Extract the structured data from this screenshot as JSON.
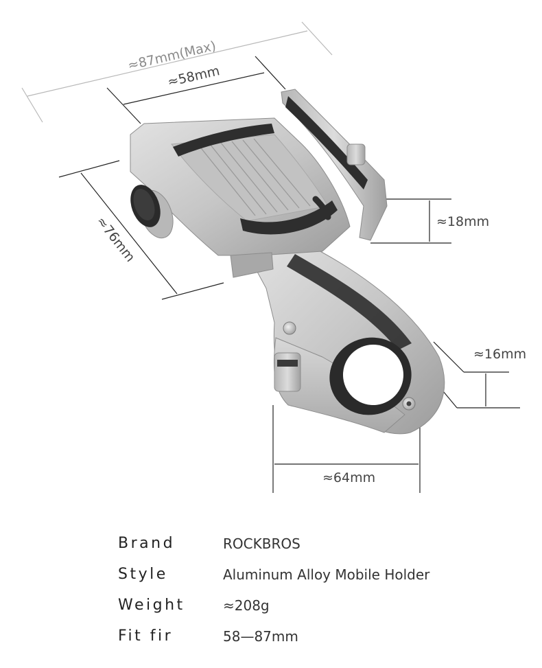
{
  "dimensions": {
    "max_width": "≈87mm(Max)",
    "min_width": "≈58mm",
    "height": "≈76mm",
    "grip_depth": "≈18mm",
    "clamp_thickness": "≈16mm",
    "clamp_width": "≈64mm"
  },
  "specs": [
    {
      "key": "Brand",
      "value": "ROCKBROS"
    },
    {
      "key": "Style",
      "value": "Aluminum Alloy Mobile Holder"
    },
    {
      "key": "Weight",
      "value": "≈208g"
    },
    {
      "key": "Fit fir",
      "value": "58—87mm"
    }
  ],
  "colors": {
    "body_silver": "#c9c9c9",
    "body_shadow": "#9e9e9e",
    "rubber": "#2e2e2e",
    "dim_line": "#222222",
    "dim_line_light": "#b8b8b8"
  }
}
